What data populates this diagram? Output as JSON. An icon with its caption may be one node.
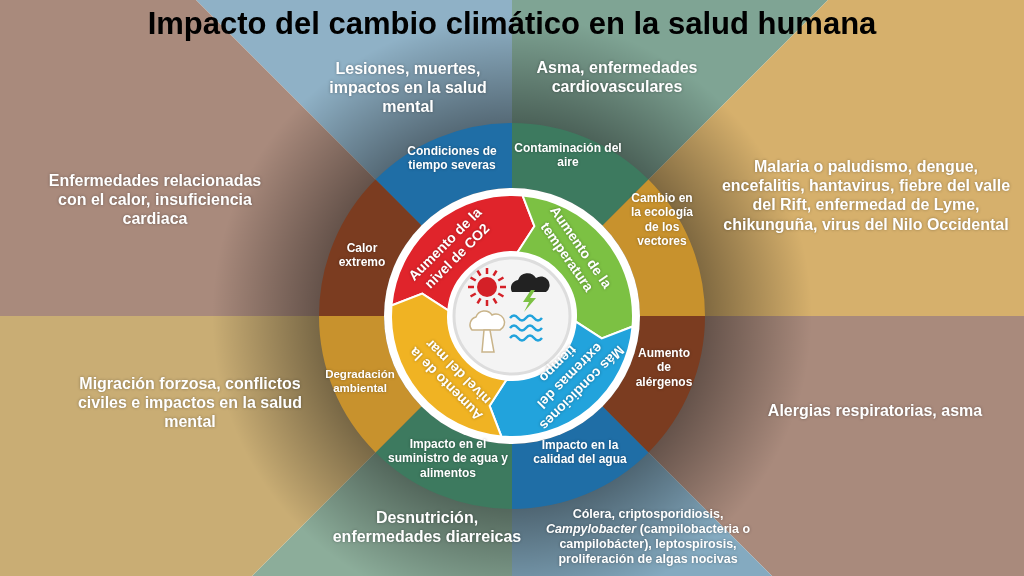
{
  "diagram": {
    "title": "Impacto del cambio climático en la salud humana",
    "nodes": [
      {
        "text": [
          "Lesiones, muertes, impactos en la salud mental"
        ]
      },
      {
        "text": [
          "Asma, enfermedades cardiovasculares"
        ]
      },
      {
        "text": [
          "Enfermedades relacionadas con el calor, insuficiencia cardiaca"
        ]
      },
      {
        "text": [
          "Malaria o paludismo, dengue, encefalitis, hantavirus, fiebre del valle del Rift,  enfermedad de Lyme, chikunguña, virus del Nilo Occidental"
        ]
      },
      {
        "text": [
          "Migración forzosa, conflictos civiles e impactos  en la salud mental"
        ]
      },
      {
        "text": [
          "Alergias respiratorias, asma"
        ]
      },
      {
        "text": [
          "Desnutrición, enfermedades diarreicas"
        ]
      },
      {
        "text": [
          "Cólera, criptosporidiosis, *Campylobacter* (campilobacteria o campilobácter), leptospirosis, proliferación de algas nocivas"
        ]
      },
      {
        "text": [
          "Condiciones de tiempo severas"
        ]
      },
      {
        "text": [
          "Contaminación del aire"
        ]
      },
      {
        "text": [
          "Cambio en la ecología de los vectores"
        ]
      },
      {
        "text": [
          "Calor extremo"
        ]
      },
      {
        "text": [
          "Aumento de alérgenos"
        ]
      },
      {
        "text": [
          "Degradación ambiental"
        ]
      },
      {
        "text": [
          "Impacto en el suministro de agua y alimentos"
        ]
      },
      {
        "text": [
          "Impacto en la calidad del agua"
        ]
      },
      {
        "text": [
          "Aumento de la nivel de CO2"
        ]
      },
      {
        "text": [
          "Aumento de la temperatura"
        ]
      },
      {
        "text": [
          "Más condiciones extremas del tiempo"
        ]
      },
      {
        "text": [
          "Aumento de la nivel del mar"
        ]
      }
    ]
  }
}
